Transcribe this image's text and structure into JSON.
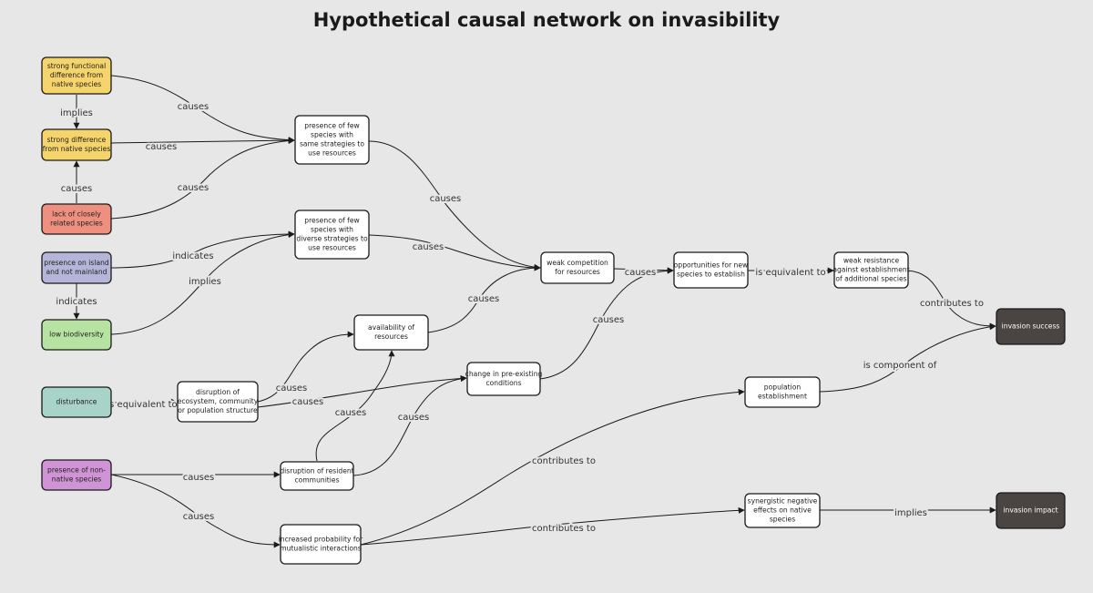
{
  "title": "Hypothetical causal network on invasibility",
  "colors": {
    "background": "#e7e7e7",
    "yellow": "#f5d46b",
    "red": "#ef8f7f",
    "lavender": "#b5b5d9",
    "green": "#b7e3a2",
    "teal": "#a8d3c9",
    "purple": "#cf93d6",
    "white": "#ffffff",
    "dark": "#4a4443"
  },
  "nodes": {
    "func_diff": {
      "lines": [
        "strong functional",
        "difference from",
        "native species"
      ],
      "fill": "#f5d46b"
    },
    "strong_diff": {
      "lines": [
        "strong difference",
        "from native species"
      ],
      "fill": "#f5d46b"
    },
    "lack_related": {
      "lines": [
        "lack of closely",
        "related species"
      ],
      "fill": "#ef8f7f"
    },
    "island": {
      "lines": [
        "presence on island",
        "and not mainland"
      ],
      "fill": "#b5b5d9"
    },
    "low_bio": {
      "lines": [
        "low biodiversity"
      ],
      "fill": "#b7e3a2"
    },
    "disturbance": {
      "lines": [
        "disturbance"
      ],
      "fill": "#a8d3c9"
    },
    "non_native": {
      "lines": [
        "presence of non-",
        "native species"
      ],
      "fill": "#cf93d6"
    },
    "few_same": {
      "lines": [
        "presence of few",
        "species with",
        "same strategies to",
        "use resources"
      ],
      "fill": "#ffffff"
    },
    "few_diverse": {
      "lines": [
        "presence of few",
        "species with",
        "diverse strategies to",
        "use resources"
      ],
      "fill": "#ffffff"
    },
    "avail_res": {
      "lines": [
        "availability of",
        "resources"
      ],
      "fill": "#ffffff"
    },
    "disruption_eco": {
      "lines": [
        "disruption of",
        "ecosystem, community",
        "or population structure"
      ],
      "fill": "#ffffff"
    },
    "change_pre": {
      "lines": [
        "change in pre-existing",
        "conditions"
      ],
      "fill": "#ffffff"
    },
    "disruption_res": {
      "lines": [
        "disruption of resident",
        "communities"
      ],
      "fill": "#ffffff"
    },
    "mutualistic": {
      "lines": [
        "increased probability for",
        "mutualistic interactions"
      ],
      "fill": "#ffffff"
    },
    "weak_comp": {
      "lines": [
        "weak competition",
        "for resources"
      ],
      "fill": "#ffffff"
    },
    "opportunities": {
      "lines": [
        "opportunities for new",
        "species to establish"
      ],
      "fill": "#ffffff"
    },
    "weak_resist": {
      "lines": [
        "weak resistance",
        "against establishment",
        "of additional species"
      ],
      "fill": "#ffffff"
    },
    "pop_estab": {
      "lines": [
        "population",
        "establishment"
      ],
      "fill": "#ffffff"
    },
    "synergistic": {
      "lines": [
        "synergistic negative",
        "effects on native",
        "species"
      ],
      "fill": "#ffffff"
    },
    "inv_success": {
      "lines": [
        "invasion success"
      ],
      "fill": "#4a4443"
    },
    "inv_impact": {
      "lines": [
        "invasion impact"
      ],
      "fill": "#4a4443"
    }
  },
  "edges": [
    {
      "from": "func_diff",
      "to": "few_same",
      "label": "causes"
    },
    {
      "from": "func_diff",
      "to": "strong_diff",
      "label": "implies"
    },
    {
      "from": "strong_diff",
      "to": "few_same",
      "label": "causes"
    },
    {
      "from": "lack_related",
      "to": "strong_diff",
      "label": "causes"
    },
    {
      "from": "lack_related",
      "to": "few_same",
      "label": "causes"
    },
    {
      "from": "island",
      "to": "few_diverse",
      "label": "indicates"
    },
    {
      "from": "island",
      "to": "low_bio",
      "label": "indicates"
    },
    {
      "from": "low_bio",
      "to": "few_diverse",
      "label": "implies"
    },
    {
      "from": "few_same",
      "to": "weak_comp",
      "label": "causes"
    },
    {
      "from": "few_diverse",
      "to": "weak_comp",
      "label": "causes"
    },
    {
      "from": "avail_res",
      "to": "weak_comp",
      "label": "causes"
    },
    {
      "from": "weak_comp",
      "to": "opportunities",
      "label": "causes"
    },
    {
      "from": "change_pre",
      "to": "opportunities",
      "label": "causes"
    },
    {
      "from": "opportunities",
      "to": "weak_resist",
      "label": "is equivalent to"
    },
    {
      "from": "weak_resist",
      "to": "inv_success",
      "label": "contributes to"
    },
    {
      "from": "pop_estab",
      "to": "inv_success",
      "label": "is component of"
    },
    {
      "from": "disturbance",
      "to": "disruption_eco",
      "label": "is equivalent to"
    },
    {
      "from": "disruption_eco",
      "to": "avail_res",
      "label": "causes"
    },
    {
      "from": "disruption_eco",
      "to": "change_pre",
      "label": "causes"
    },
    {
      "from": "disruption_res",
      "to": "avail_res",
      "label": "causes"
    },
    {
      "from": "disruption_res",
      "to": "change_pre",
      "label": "causes"
    },
    {
      "from": "non_native",
      "to": "disruption_res",
      "label": "causes"
    },
    {
      "from": "non_native",
      "to": "mutualistic",
      "label": "causes"
    },
    {
      "from": "mutualistic",
      "to": "pop_estab",
      "label": "contributes to"
    },
    {
      "from": "mutualistic",
      "to": "synergistic",
      "label": "contributes to"
    },
    {
      "from": "synergistic",
      "to": "inv_impact",
      "label": "implies"
    }
  ]
}
